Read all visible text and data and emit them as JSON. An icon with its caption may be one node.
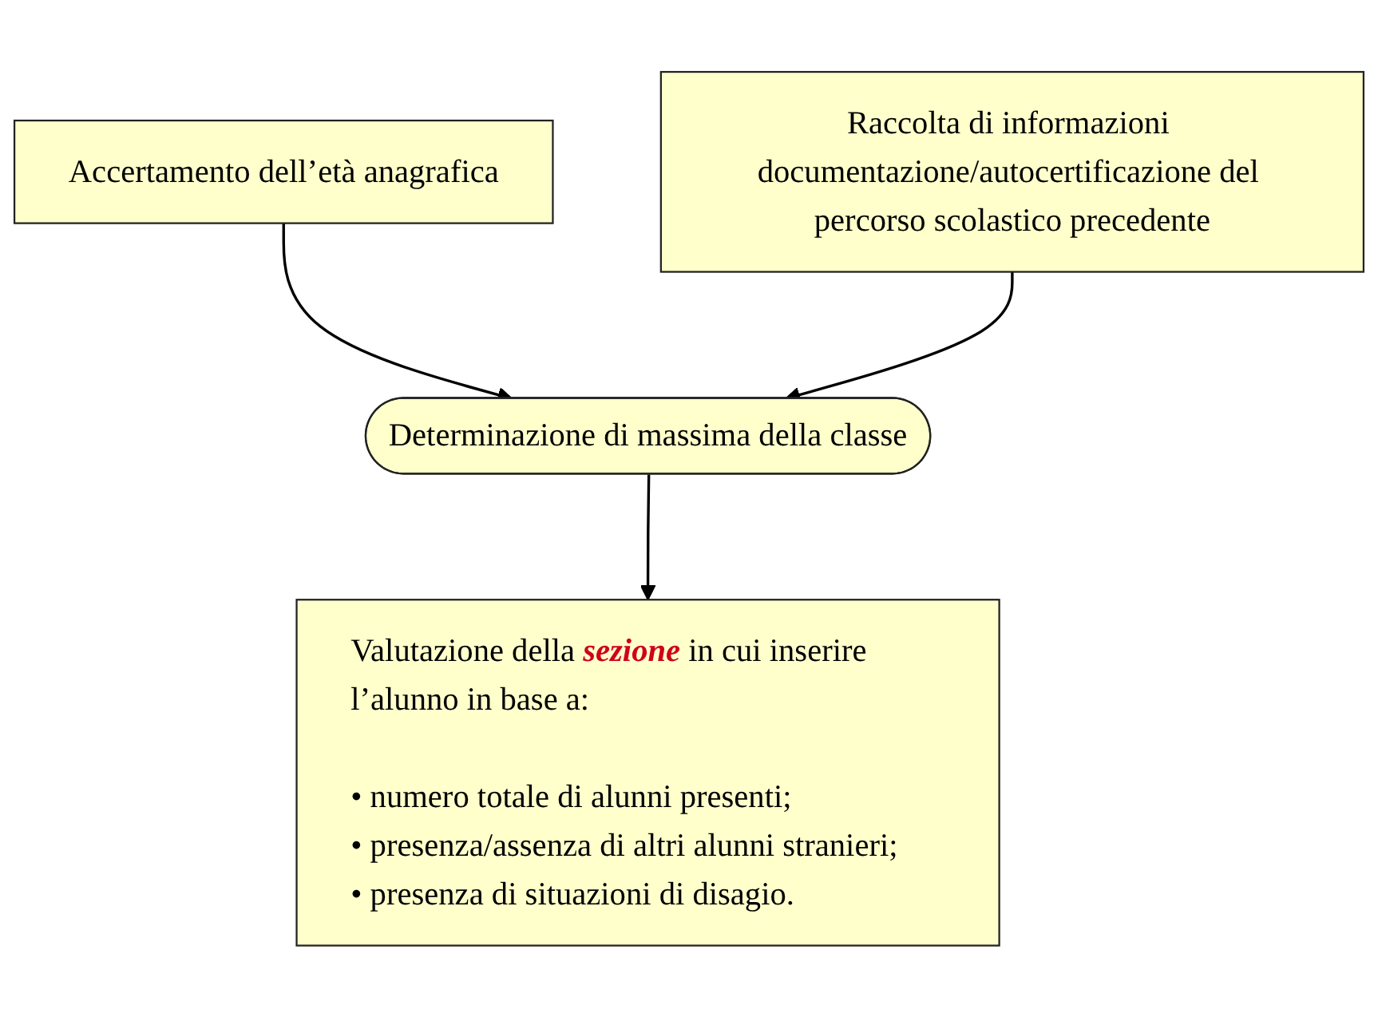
{
  "diagram": {
    "nodes": [
      {
        "text": [
          "Accertamento dell’età anagrafica"
        ]
      },
      {
        "text": [
          "Raccolta di informazioni documentazione/autocertificazione del percorso scolastico precedente"
        ]
      },
      {
        "text": [
          "Determinazione di massima della classe"
        ]
      },
      {
        "text": [
          "Valutazione della **sezione** in cui inserire l’alunno in base a:",
          "• numero totale di alunni presenti;",
          "• presenza/assenza di altri alunni stranieri;",
          "• presenza di situazioni di disagio."
        ]
      }
    ],
    "edges": [
      {
        "from": 0,
        "to": 2,
        "arrow": "to"
      },
      {
        "from": 1,
        "to": 2,
        "arrow": "to"
      },
      {
        "from": 2,
        "to": 3,
        "arrow": "to"
      }
    ]
  }
}
